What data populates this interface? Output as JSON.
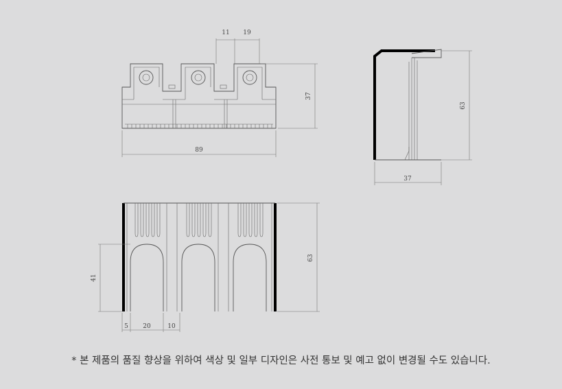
{
  "front_view": {
    "dim_top_left": "11",
    "dim_top_right": "19",
    "dim_height": "37",
    "dim_width": "89"
  },
  "side_view": {
    "dim_height": "63",
    "dim_width": "37"
  },
  "bottom_view": {
    "dim_height_full": "63",
    "dim_height_arch": "41",
    "dim_5": "5",
    "dim_20": "20",
    "dim_10": "10"
  },
  "colors": {
    "background": "#dcdcdd",
    "line": "#555555",
    "bold_edge": "#000000"
  },
  "note": "* 본 제품의 품질 향상을 위하여 색상 및 일부 디자인은 사전 통보 및 예고 없이 변경될 수도 있습니다."
}
